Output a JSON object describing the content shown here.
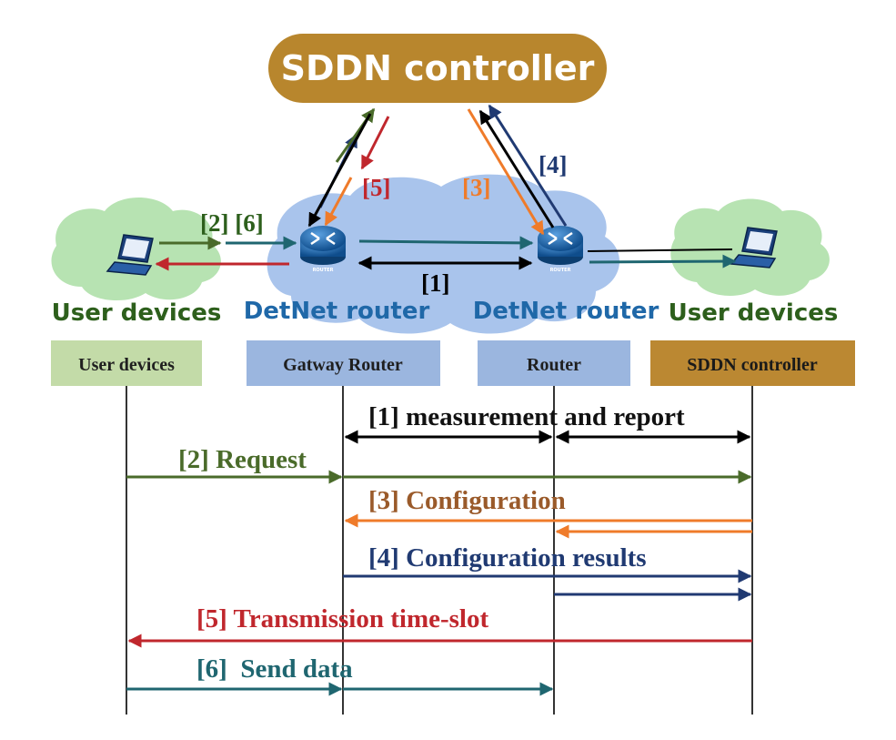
{
  "topology": {
    "controller_label": "SDDN controller",
    "left_user_label": "User devices",
    "right_user_label": "User devices",
    "gateway_router_label": "DetNet router",
    "router_label": "DetNet router",
    "router_icon_text": "ROUTER",
    "link_labels": {
      "one": "[1]",
      "two_six": "[2] [6]",
      "three": "[3]",
      "four": "[4]",
      "five": "[5]"
    }
  },
  "sequence": {
    "lanes": [
      {
        "label": "User devices"
      },
      {
        "label": "Gatway Router"
      },
      {
        "label": "Router"
      },
      {
        "label": "SDDN controller"
      }
    ],
    "messages": [
      {
        "label": "[1] measurement and report"
      },
      {
        "label": "[2] Request"
      },
      {
        "label": "[3] Configuration"
      },
      {
        "label": "[4] Configuration results"
      },
      {
        "label": "[5] Transmission time-slot"
      },
      {
        "label": "[6]  Send data"
      }
    ]
  },
  "colors": {
    "controller": "#b8862d",
    "user_lane": "#c3dba8",
    "router_lane": "#9bb6df",
    "sddn_lane": "#bb8832",
    "cloud_green": "#b7e3b2",
    "cloud_blue": "#a9c4ec",
    "text_blue": "#1f68a8",
    "text_green": "#2d5f1c",
    "msg1": "#000000",
    "msg2": "#4a6b2a",
    "msg3": "#ef7b2a",
    "msg4": "#203a72",
    "msg5": "#c0272d",
    "msg6": "#1f6670"
  }
}
